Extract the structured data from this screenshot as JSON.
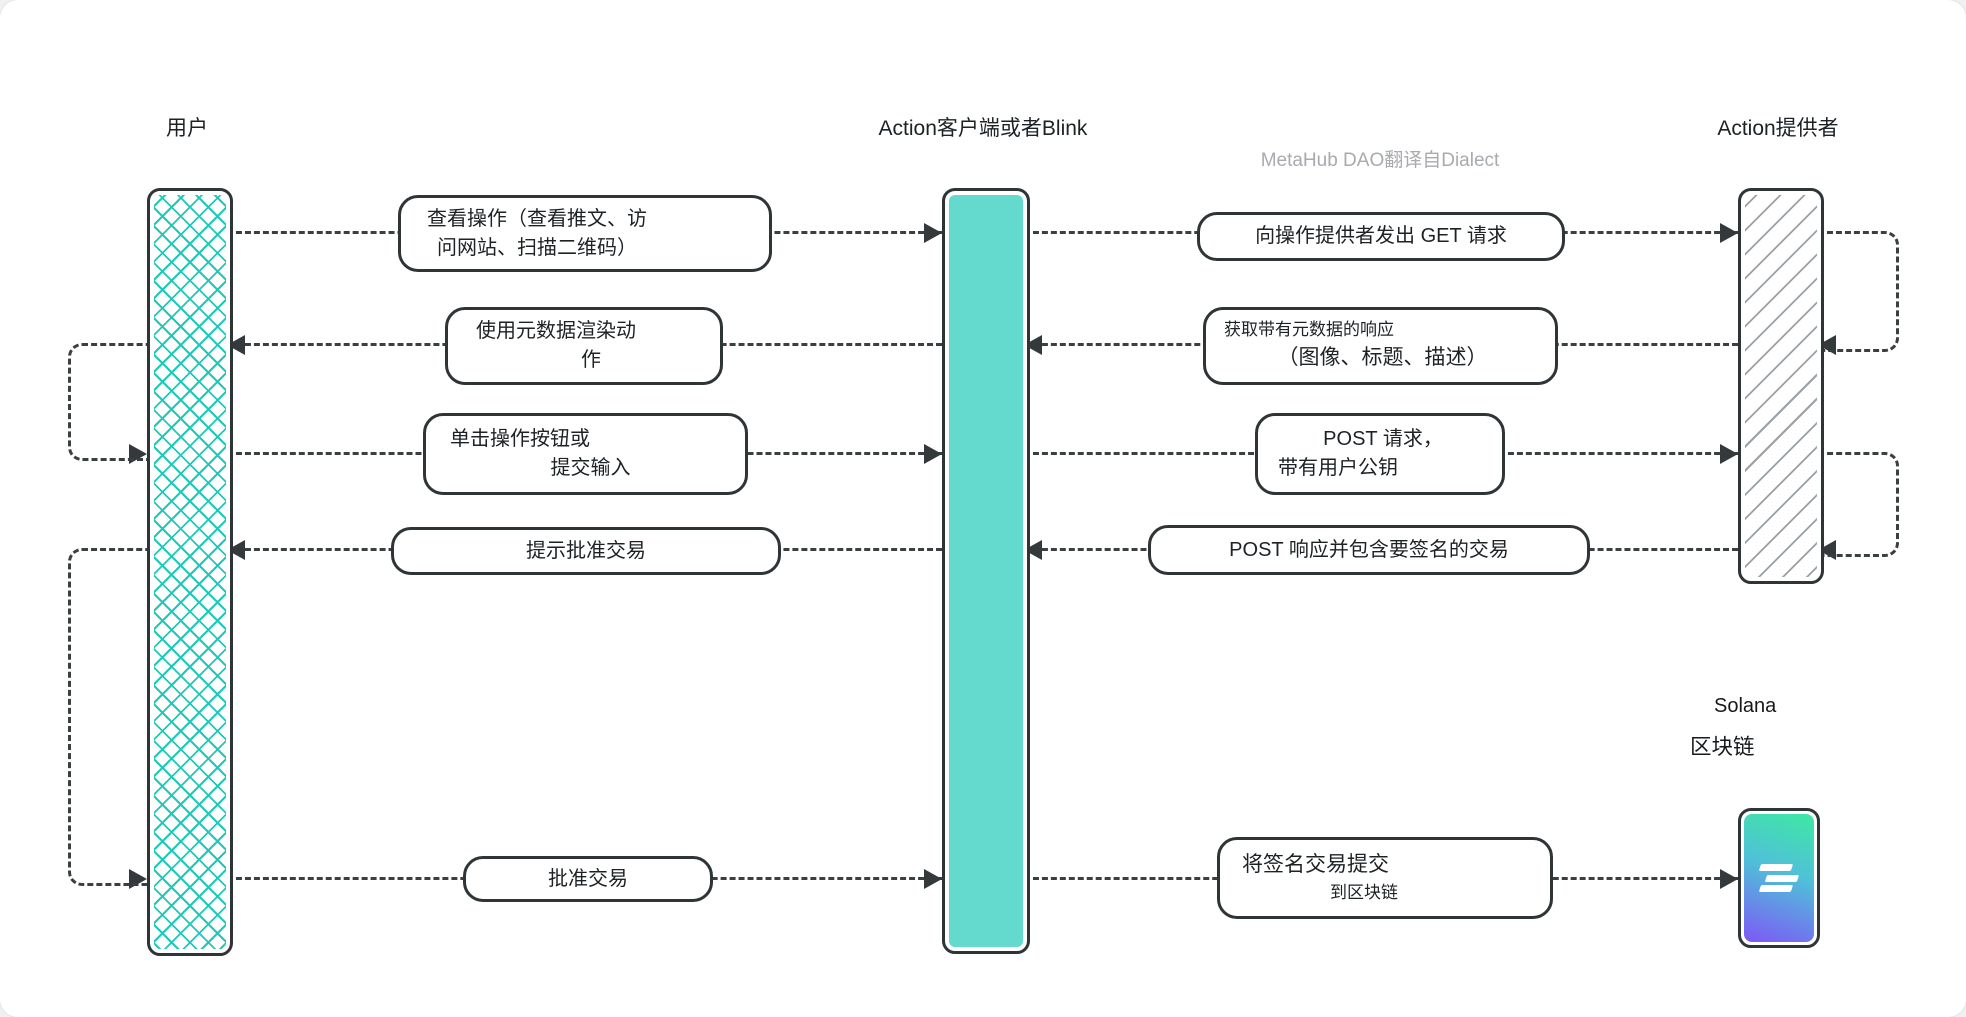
{
  "actors": {
    "user": {
      "label": "用户"
    },
    "client": {
      "label": "Action客户端或者Blink"
    },
    "provider": {
      "label": "Action提供者"
    },
    "blockchain": {
      "name": "Solana",
      "type": "区块链"
    }
  },
  "watermark": "MetaHub DAO翻译自Dialect",
  "messages": {
    "m1": {
      "line1": "查看操作（查看推文、访",
      "line2": "问网站、扫描二维码）"
    },
    "m2": {
      "line1": "使用元数据渲染动",
      "line2": "作"
    },
    "m3": {
      "line1": "单击操作按钮或",
      "line2": "提交输入"
    },
    "m4": {
      "line1": "提示批准交易"
    },
    "m5": {
      "line1": "批准交易"
    },
    "m6": {
      "line1": "向操作提供者发出 GET 请求"
    },
    "m7": {
      "line1": "获取带有元数据的响应",
      "line2": "（图像、标题、描述）"
    },
    "m8": {
      "line1": "POST 请求，",
      "line2": "带有用户公钥"
    },
    "m9": {
      "line1": "POST 响应并包含要签名的交易"
    },
    "m10": {
      "line1": "将签名交易提交",
      "line2": "到区块链"
    }
  },
  "colors": {
    "stroke": "#2f3437",
    "teal_fill": "#63dacd",
    "teal_hatch": "#1fc9b8",
    "hatch_gray": "#9aa0a4",
    "watermark_gray": "#a7abaf",
    "solana_green": "#3fe8a3",
    "solana_purple": "#7d58f6"
  }
}
